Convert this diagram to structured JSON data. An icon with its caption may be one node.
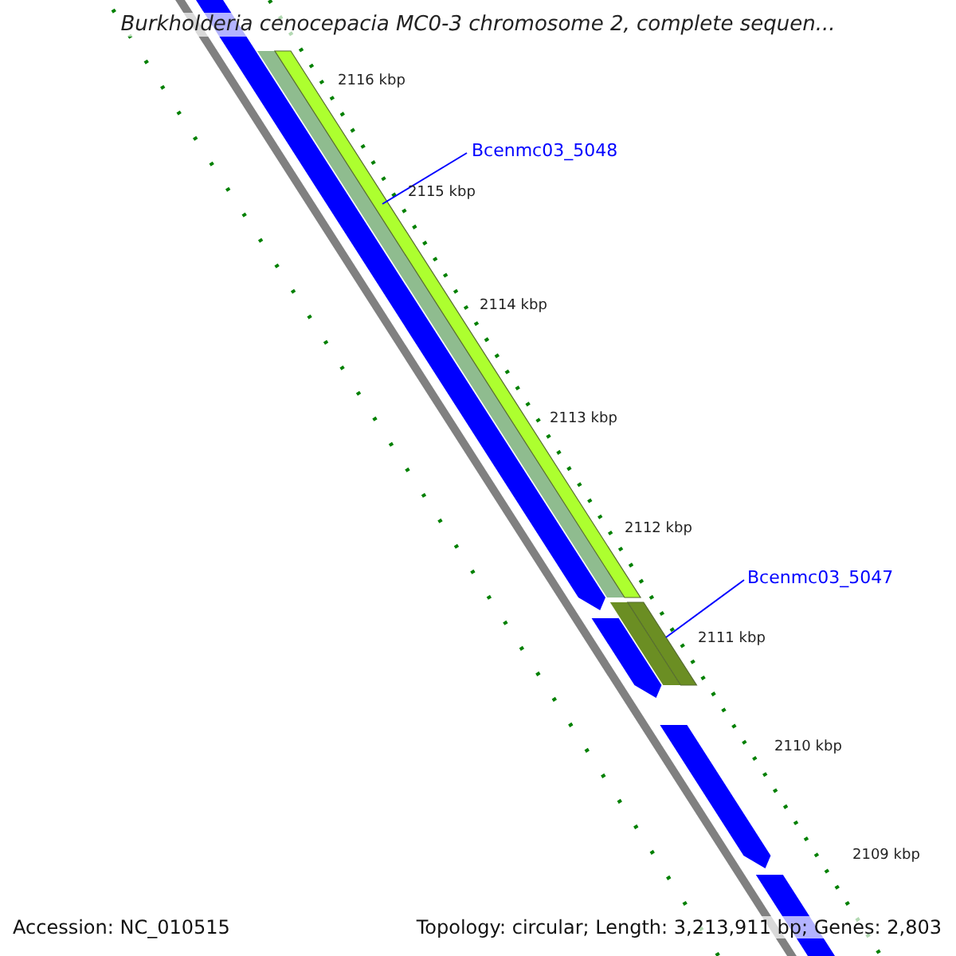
{
  "diagram": {
    "title": "Burkholderia cenocepacia MC0-3 chromosome 2, complete sequen...",
    "nodes": [
      {
        "text": [
          "Bcenmc03_5048"
        ]
      },
      {
        "text": [],
        "shape": "bar"
      },
      {
        "text": [
          "Bcenmc03_5047"
        ]
      },
      {
        "text": [],
        "shape": "bar"
      }
    ],
    "edges": [
      {
        "from": 0,
        "to": 1,
        "arrow": "none"
      },
      {
        "from": 2,
        "to": 3,
        "arrow": "none"
      }
    ],
    "labels": [
      "2116 kbp",
      "2115 kbp",
      "2114 kbp",
      "2113 kbp",
      "2112 kbp",
      "2111 kbp",
      "2110 kbp",
      "2109 kbp",
      "Accession: NC_010515",
      "Topology: circular; Length: 3,213,911 bp; Genes: 2,803"
    ]
  }
}
